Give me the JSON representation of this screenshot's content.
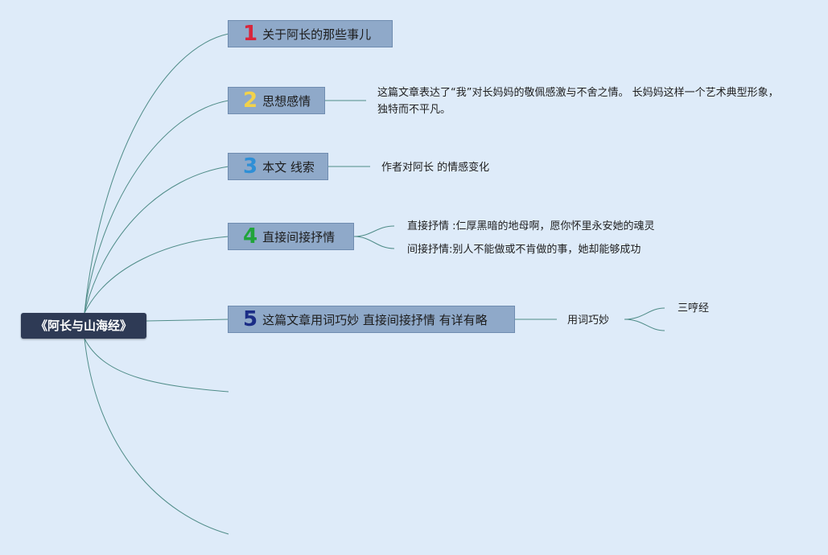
{
  "root": {
    "label": "《阿长与山海经》"
  },
  "topics": [
    {
      "number": "1",
      "label": "关于阿长的那些事儿",
      "color": "#d8263c"
    },
    {
      "number": "2",
      "label": "思想感情",
      "color": "#f2d24b"
    },
    {
      "number": "3",
      "label": "本文 线索",
      "color": "#2e8fd6"
    },
    {
      "number": "4",
      "label": "直接间接抒情",
      "color": "#21a43a"
    },
    {
      "number": "5",
      "label": "这篇文章用词巧妙 直接间接抒情 有详有略",
      "color": "#1b2d86"
    }
  ],
  "details": {
    "sentiment": "这篇文章表达了“我”对长妈妈的敬佩感激与不舍之情。 长妈妈这样一个艺术典型形象，独特而不平凡。",
    "clue": "作者对阿长 的情感变化",
    "direct": "直接抒情 :仁厚黑暗的地母啊，愿你怀里永安她的魂灵",
    "indirect": "间接抒情:别人不能做或不肯做的事，她却能够成功",
    "wording": "用词巧妙",
    "sanhengjing": "三哼经"
  }
}
